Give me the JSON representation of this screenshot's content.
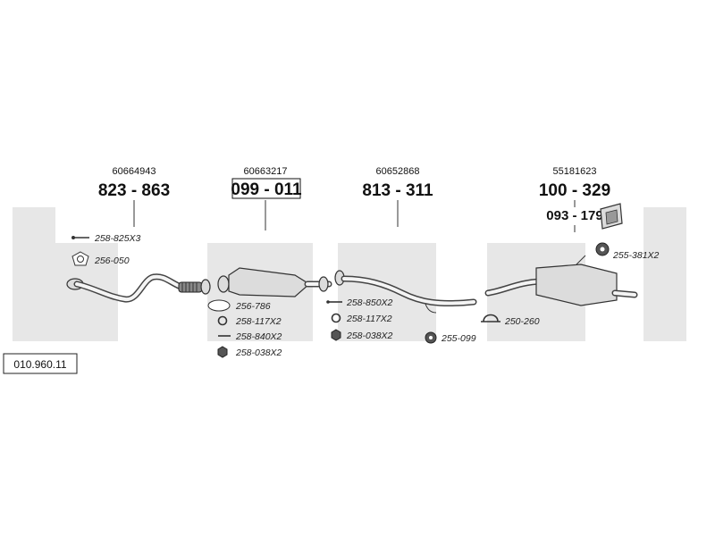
{
  "reference_code": "010.960.11",
  "groups": [
    {
      "oe": "60664943",
      "part": "823 - 863",
      "boxed": false
    },
    {
      "oe": "60663217",
      "part": "099 - 011",
      "boxed": true
    },
    {
      "oe": "60652868",
      "part": "813 - 311",
      "boxed": false
    },
    {
      "oe": "55181623",
      "part": "100 - 329",
      "boxed": false
    }
  ],
  "extra_part": "093 - 179",
  "accessories": [
    {
      "code": "258-825X3",
      "icon": "bolt-icon"
    },
    {
      "code": "256-050",
      "icon": "flange-gasket-icon"
    },
    {
      "code": "256-786",
      "icon": "flat-gasket-icon"
    },
    {
      "code": "258-117X2",
      "icon": "spring-ring-icon"
    },
    {
      "code": "258-840X2",
      "icon": "bolt-icon"
    },
    {
      "code": "258-038X2",
      "icon": "nut-icon"
    },
    {
      "code": "258-850X2",
      "icon": "bolt-icon"
    },
    {
      "code": "258-117X2",
      "icon": "spring-ring-icon"
    },
    {
      "code": "258-038X2",
      "icon": "nut-icon"
    },
    {
      "code": "255-099",
      "icon": "rubber-mount-icon"
    },
    {
      "code": "250-260",
      "icon": "clamp-icon"
    },
    {
      "code": "255-381X2",
      "icon": "rubber-mount-icon"
    }
  ],
  "colors": {
    "watermark": "#e7e7e7",
    "line": "#333333",
    "part_fill": "#dcdcdc"
  }
}
